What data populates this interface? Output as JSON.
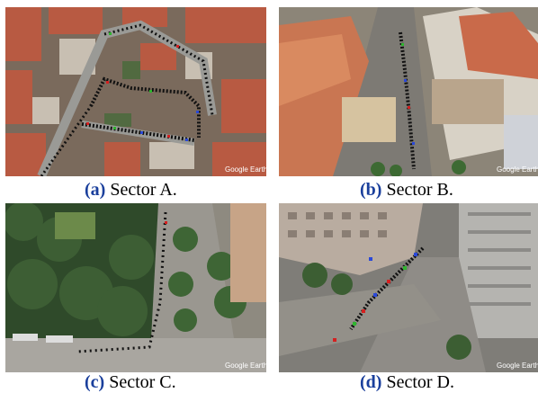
{
  "figure": {
    "panels": [
      {
        "id": "a",
        "label": "(a)",
        "caption": "Sector A.",
        "watermark": "Google Earth"
      },
      {
        "id": "b",
        "label": "(b)",
        "caption": "Sector B.",
        "watermark": "Google Earth"
      },
      {
        "id": "c",
        "label": "(c)",
        "caption": "Sector C.",
        "watermark": "Google Earth"
      },
      {
        "id": "d",
        "label": "(d)",
        "caption": "Sector D.",
        "watermark": "Google Earth"
      }
    ],
    "colors": {
      "caption_label": "#1a3f9c",
      "marker_black": "#111111",
      "marker_red": "#d42020",
      "marker_green": "#2fb52f",
      "marker_blue": "#2a48d8"
    }
  }
}
